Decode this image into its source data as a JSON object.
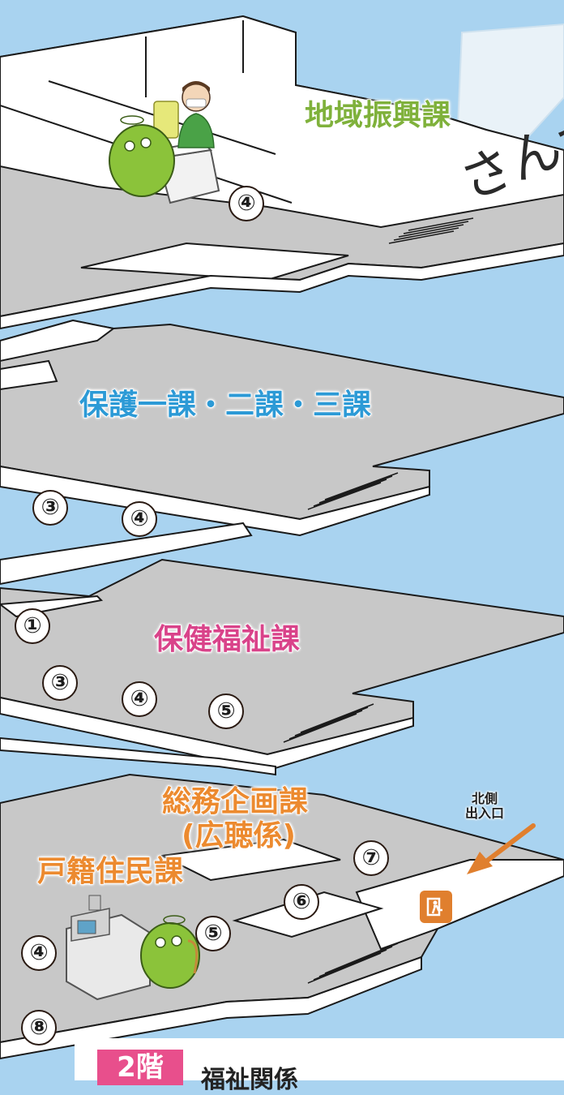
{
  "departments": {
    "chiiki_shinko": "地域振興課",
    "hogo": "保護一課・二課・三課",
    "hoken_fukushi": "保健福祉課",
    "somu_kikaku": "総務企画課",
    "kochoka": "(広聴係)",
    "koseki_jumin": "戸籍住民課"
  },
  "counters": {
    "f4_a": "④",
    "f3_a": "③",
    "f3_b": "④",
    "f2_a": "①",
    "f2_b": "③",
    "f2_c": "④",
    "f2_d": "⑤",
    "f1_a": "⑦",
    "f1_b": "⑥",
    "f1_c": "⑤",
    "f1_d": "④",
    "f1_e": "⑧"
  },
  "entrance": {
    "label_line1": "北側",
    "label_line2": "出入口",
    "icon": "exit-door-icon"
  },
  "speech_text": "さんか",
  "legend": {
    "floor_tag": "2階",
    "title": "福祉関係"
  },
  "colors": {
    "background": "#a9d3f0",
    "chiiki_shinko": "#7fb13b",
    "hogo": "#2c9ad6",
    "hoken_fukushi": "#d9438a",
    "somu_kikaku": "#ec8a2f",
    "koseki_jumin": "#ec8a2f",
    "entrance_arrow": "#e07f2e"
  },
  "icons": {
    "mascot": "green-mascot-icon",
    "staff": "staff-person-icon",
    "copier": "copier-machine-icon",
    "desk": "counter-desk-icon",
    "stairs": "stairs-icon"
  }
}
